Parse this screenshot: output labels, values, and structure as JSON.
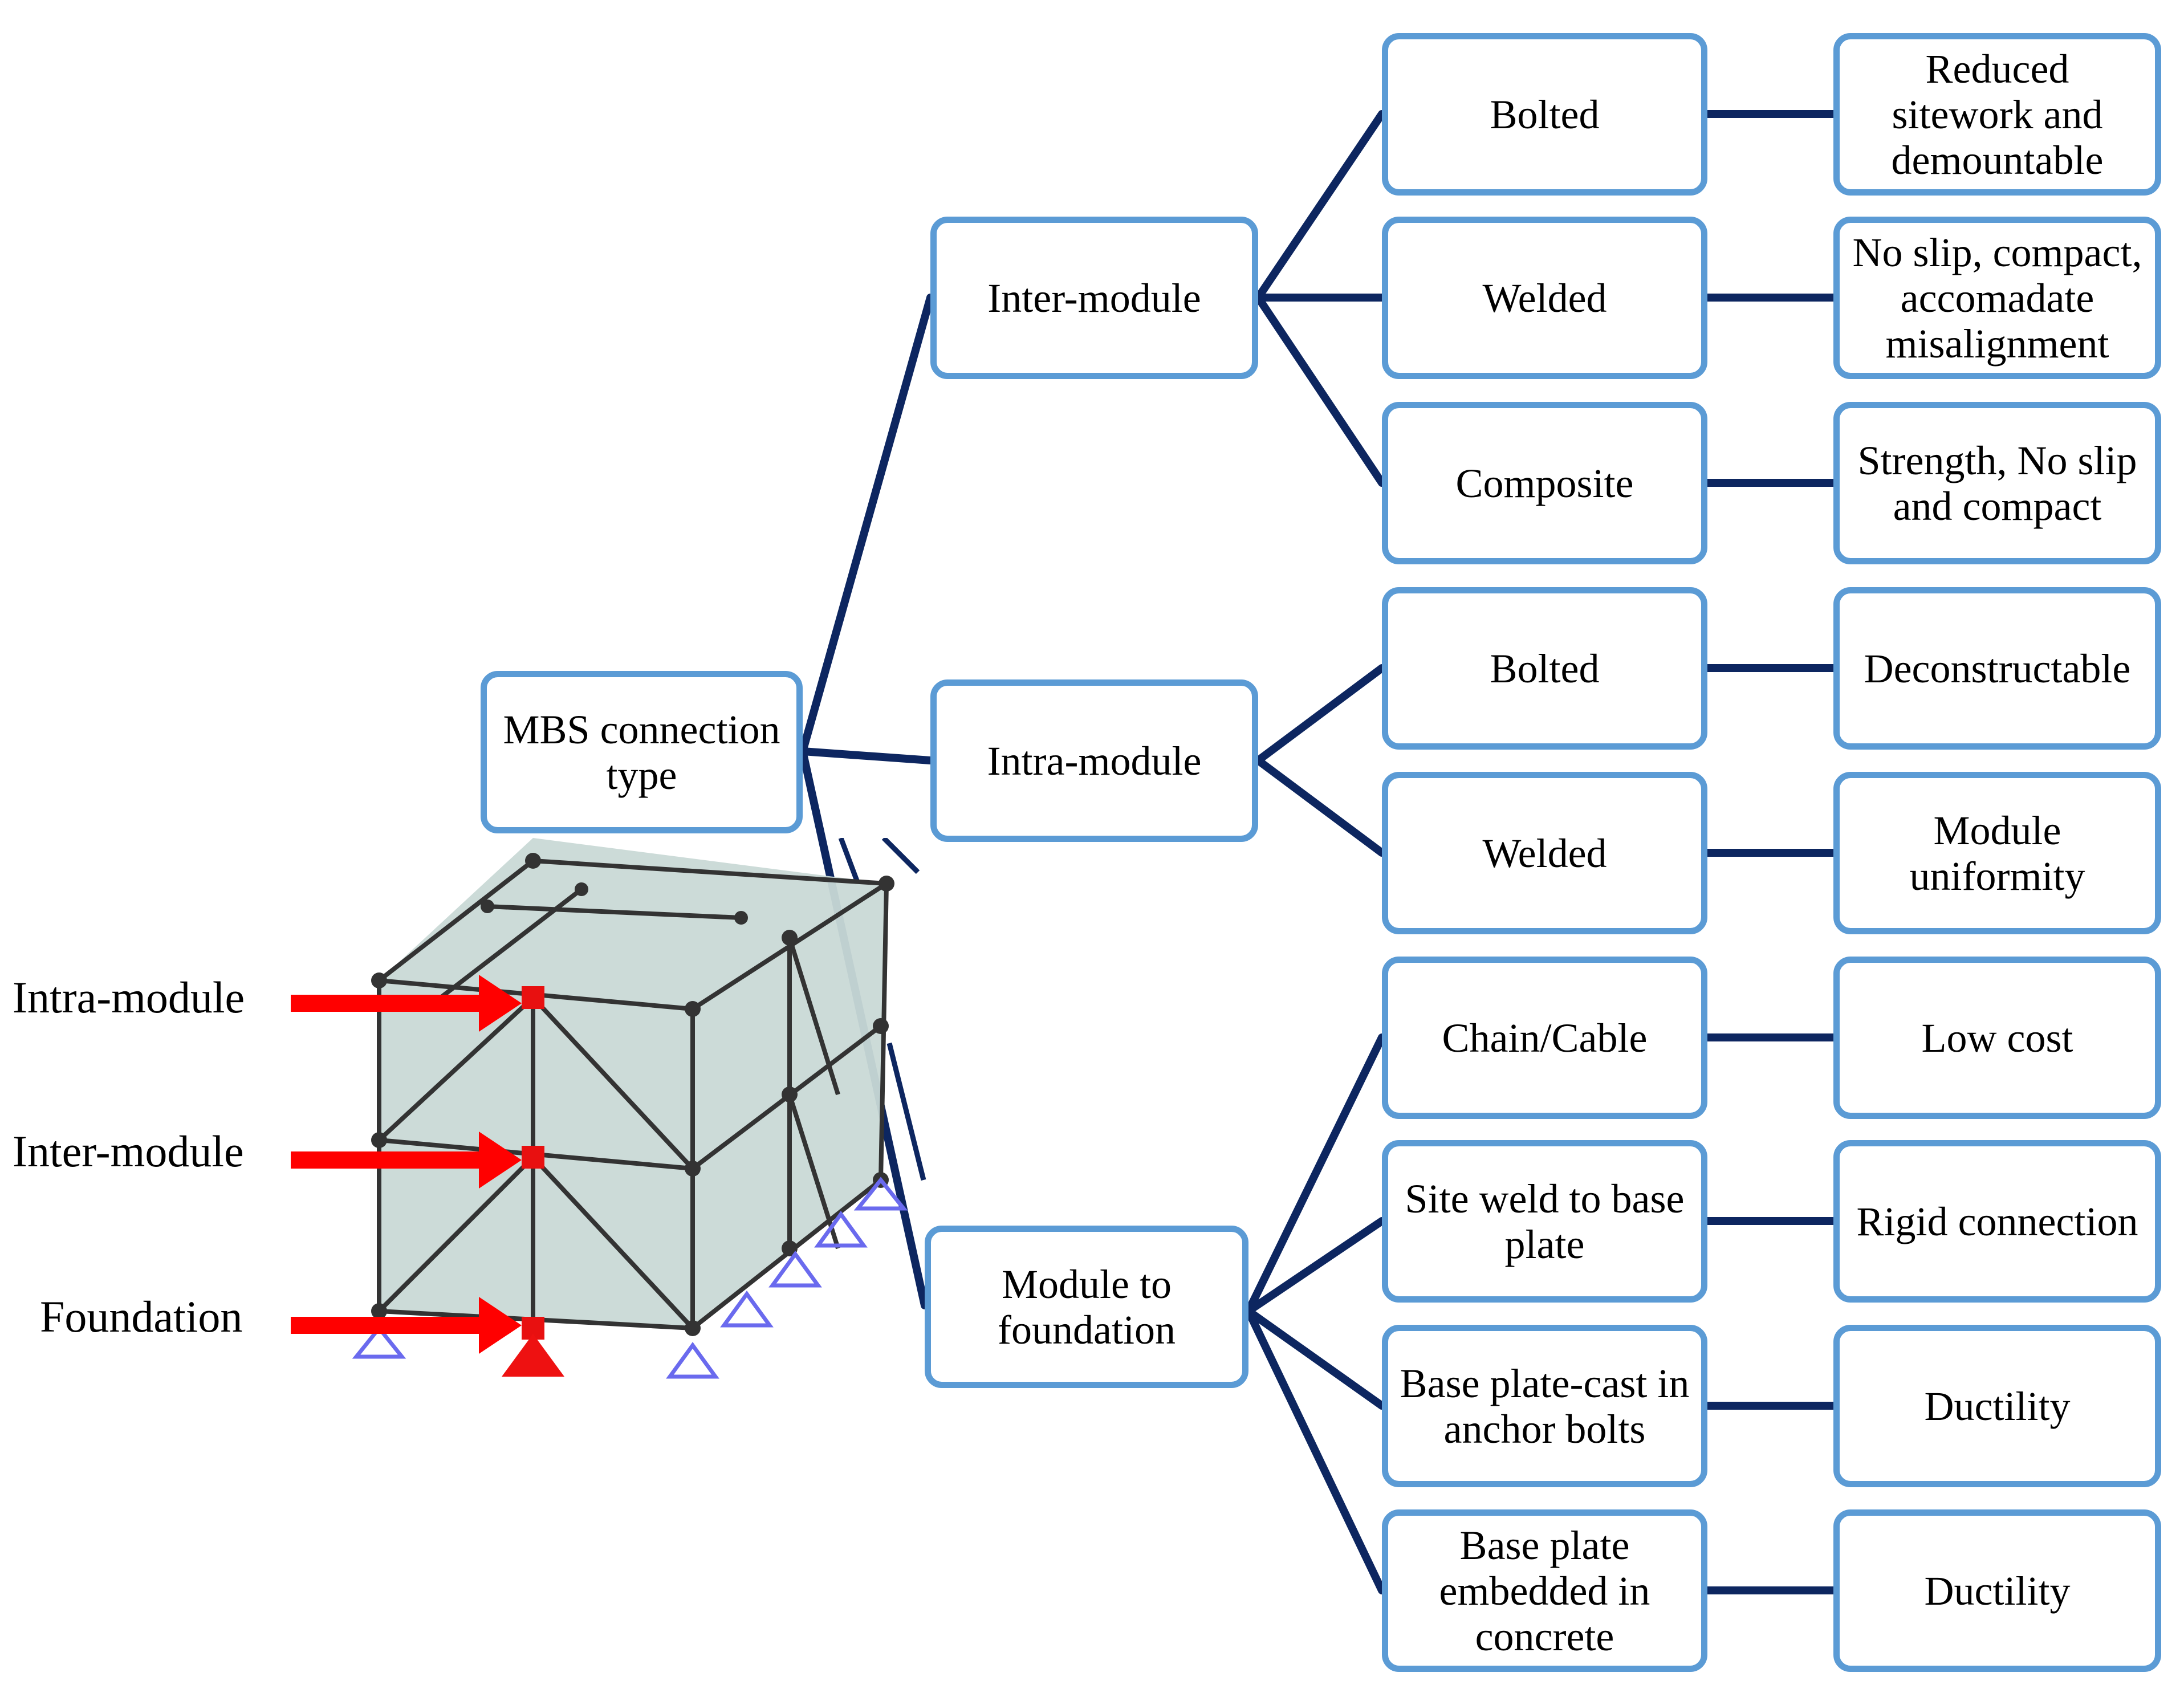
{
  "colors": {
    "box_border": "#5b9bd5",
    "connector": "#0d2660",
    "arrow": "#ff0000",
    "frame_fill": "#c9d9d6",
    "support": "#6a6aee"
  },
  "root": {
    "label": "MBS connection\ntype"
  },
  "categories": [
    {
      "label": "Inter-module",
      "types": [
        {
          "label": "Bolted",
          "benefit": "Reduced\nsitework and\ndemountable"
        },
        {
          "label": "Welded",
          "benefit": "No slip, compact,\naccomadate\nmisalignment"
        },
        {
          "label": "Composite",
          "benefit": "Strength, No slip\nand compact"
        }
      ]
    },
    {
      "label": "Intra-module",
      "types": [
        {
          "label": "Bolted",
          "benefit": "Deconstructable"
        },
        {
          "label": "Welded",
          "benefit": "Module\nuniformity"
        }
      ]
    },
    {
      "label": "Module to\nfoundation",
      "types": [
        {
          "label": "Chain/Cable",
          "benefit": "Low cost"
        },
        {
          "label": "Site weld to base\nplate",
          "benefit": "Rigid connection"
        },
        {
          "label": "Base plate-cast in\nanchor bolts",
          "benefit": "Ductility"
        },
        {
          "label": "Base plate\nembedded in\nconcrete",
          "benefit": "Ductility"
        }
      ]
    }
  ],
  "figure_labels": {
    "intra": "Intra-module",
    "inter": "Inter-module",
    "foundation": "Foundation"
  }
}
